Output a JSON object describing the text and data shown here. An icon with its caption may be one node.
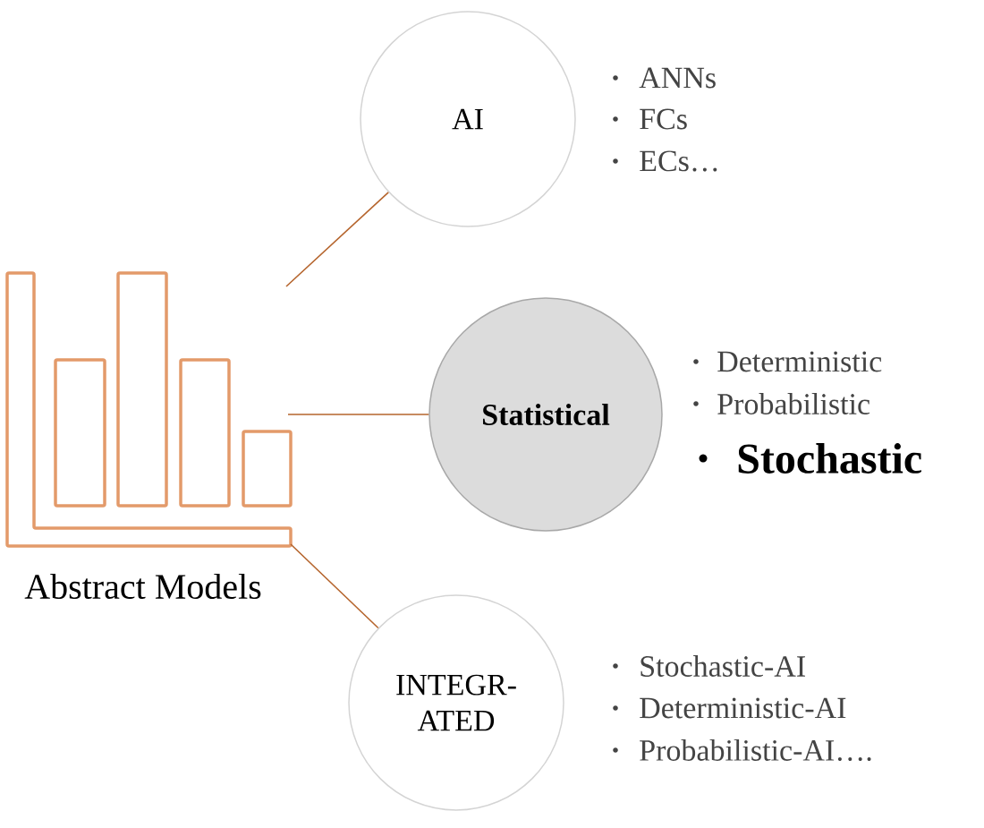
{
  "diagram": {
    "nodes": [
      {
        "text": [
          "Abstract Models"
        ]
      },
      {
        "text": [
          "AI"
        ],
        "beside": [
          "ANNs",
          "FCs",
          "ECs…"
        ]
      },
      {
        "text": [
          "Statistical"
        ],
        "beside": [
          "Deterministic",
          "Probabilistic",
          "Stochastic"
        ]
      },
      {
        "text": [
          "INTEGR- ATED"
        ],
        "beside": [
          "Stochastic-AI",
          "Deterministic-AI",
          "Probabilistic-AI…."
        ]
      }
    ],
    "edges": [
      {
        "from": 0,
        "to": 1,
        "arrow": "none"
      },
      {
        "from": 0,
        "to": 2,
        "arrow": "none"
      },
      {
        "from": 0,
        "to": 3,
        "arrow": "none"
      }
    ]
  }
}
